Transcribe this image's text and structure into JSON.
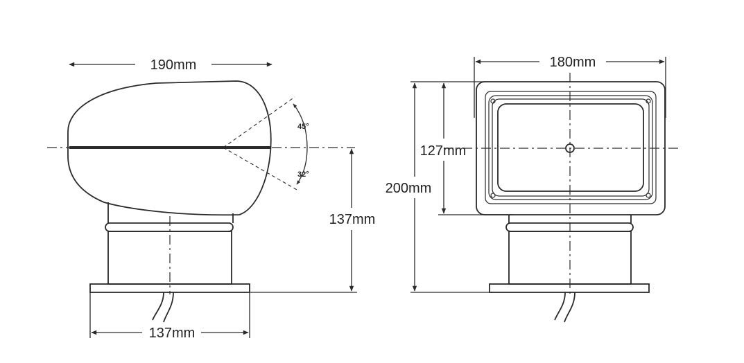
{
  "side_view": {
    "width_label": "190mm",
    "height_label": "137mm",
    "base_label": "137mm",
    "tilt_up_label": "45°",
    "tilt_down_label": "32°"
  },
  "front_view": {
    "width_label": "180mm",
    "lamp_height_label": "127mm",
    "total_height_label": "200mm"
  }
}
